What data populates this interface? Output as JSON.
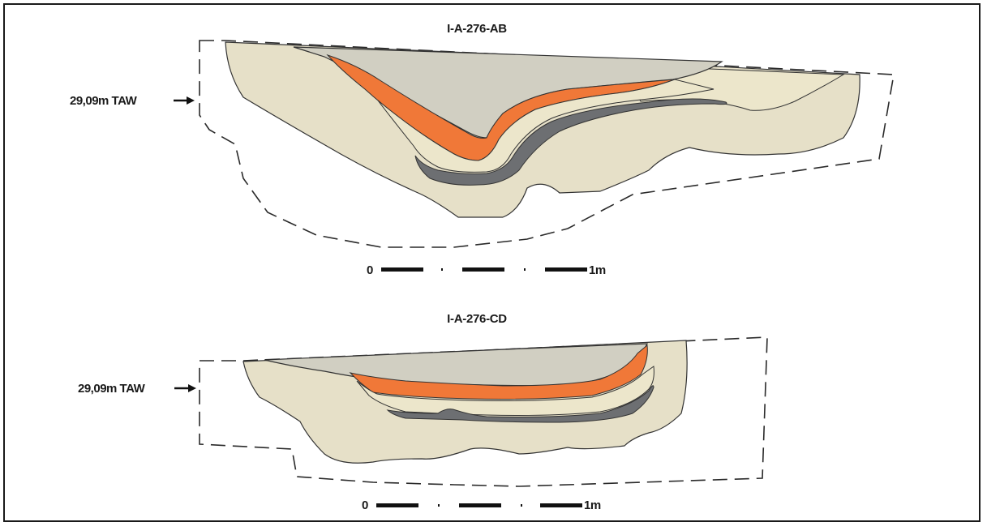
{
  "sections": [
    {
      "title": "I-A-276-AB",
      "level_label": "29,09m TAW",
      "scale": {
        "start": "0",
        "end": "1m"
      }
    },
    {
      "title": "I-A-276-CD",
      "level_label": "29,09m TAW",
      "scale": {
        "start": "0",
        "end": "1m"
      }
    }
  ],
  "colors": {
    "outer_fill": "#e6e0c8",
    "upper_fill": "#d1cfc2",
    "inner_fill": "#ece6cb",
    "orange_layer": "#f07838",
    "dark_layer": "#6d6f72",
    "outline": "#333333"
  }
}
